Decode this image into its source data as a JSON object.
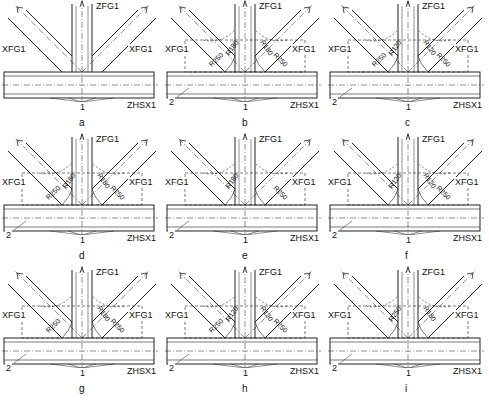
{
  "diagram": {
    "labels": [
      "ZFG1",
      "XFG1",
      "XFG1",
      "1",
      "ZHSX1",
      "a",
      "ZFG1",
      "XFG1",
      "XFG1",
      "R250",
      "R180",
      "R180",
      "R250",
      "2",
      "1",
      "ZHSX1",
      "b",
      "ZFG1",
      "XFG1",
      "XFG1",
      "R250",
      "R120",
      "R120",
      "R250",
      "2",
      "1",
      "ZHSX1",
      "c",
      "ZFG1",
      "XFG1",
      "XFG1",
      "R250",
      "R180",
      "R180",
      "R250",
      "2",
      "1",
      "ZHSX1",
      "d",
      "ZFG1",
      "XFG1",
      "XFG1",
      "R180",
      "R250",
      "2",
      "1",
      "ZHSX1",
      "e",
      "ZFG1",
      "XFG1",
      "XFG1",
      "R120",
      "R120",
      "R250",
      "2",
      "1",
      "ZHSX1",
      "f",
      "ZFG1",
      "XFG1",
      "XFG1",
      "R250",
      "R180",
      "R250",
      "2",
      "1",
      "ZHSX1",
      "g",
      "ZFG1",
      "XFG1",
      "XFG1",
      "R250",
      "R120",
      "R120",
      "R250",
      "2",
      "1",
      "ZHSX1",
      "h",
      "ZFG1",
      "XFG1",
      "XFG1",
      "R250",
      "R180",
      "2",
      "1",
      "ZHSX1",
      "i"
    ]
  }
}
